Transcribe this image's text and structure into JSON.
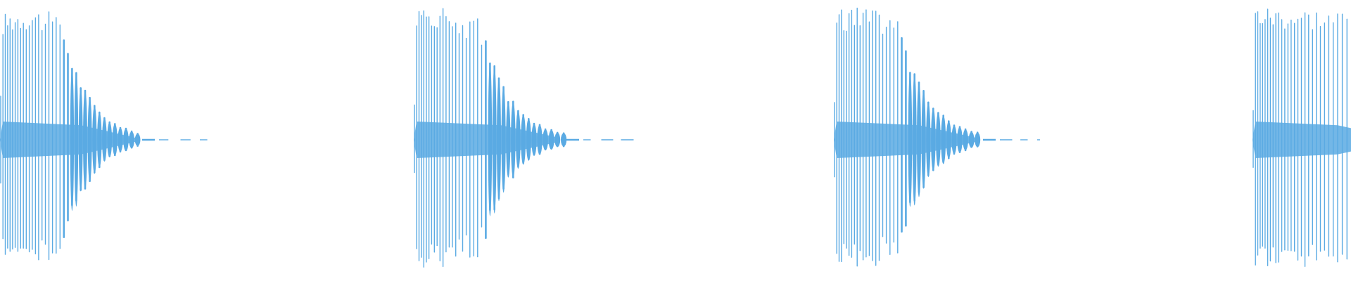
{
  "waveform": {
    "background_color": "#ffffff",
    "wave_color": "#5aaae3",
    "bursts": [
      {
        "attack": "sharp",
        "decay": "exponential",
        "tail": "dashed"
      },
      {
        "attack": "sharp",
        "decay": "exponential",
        "tail": "dashed"
      },
      {
        "attack": "sharp",
        "decay": "exponential",
        "tail": "dashed"
      },
      {
        "attack": "sharp",
        "decay": "clipped",
        "tail": "none"
      }
    ]
  }
}
